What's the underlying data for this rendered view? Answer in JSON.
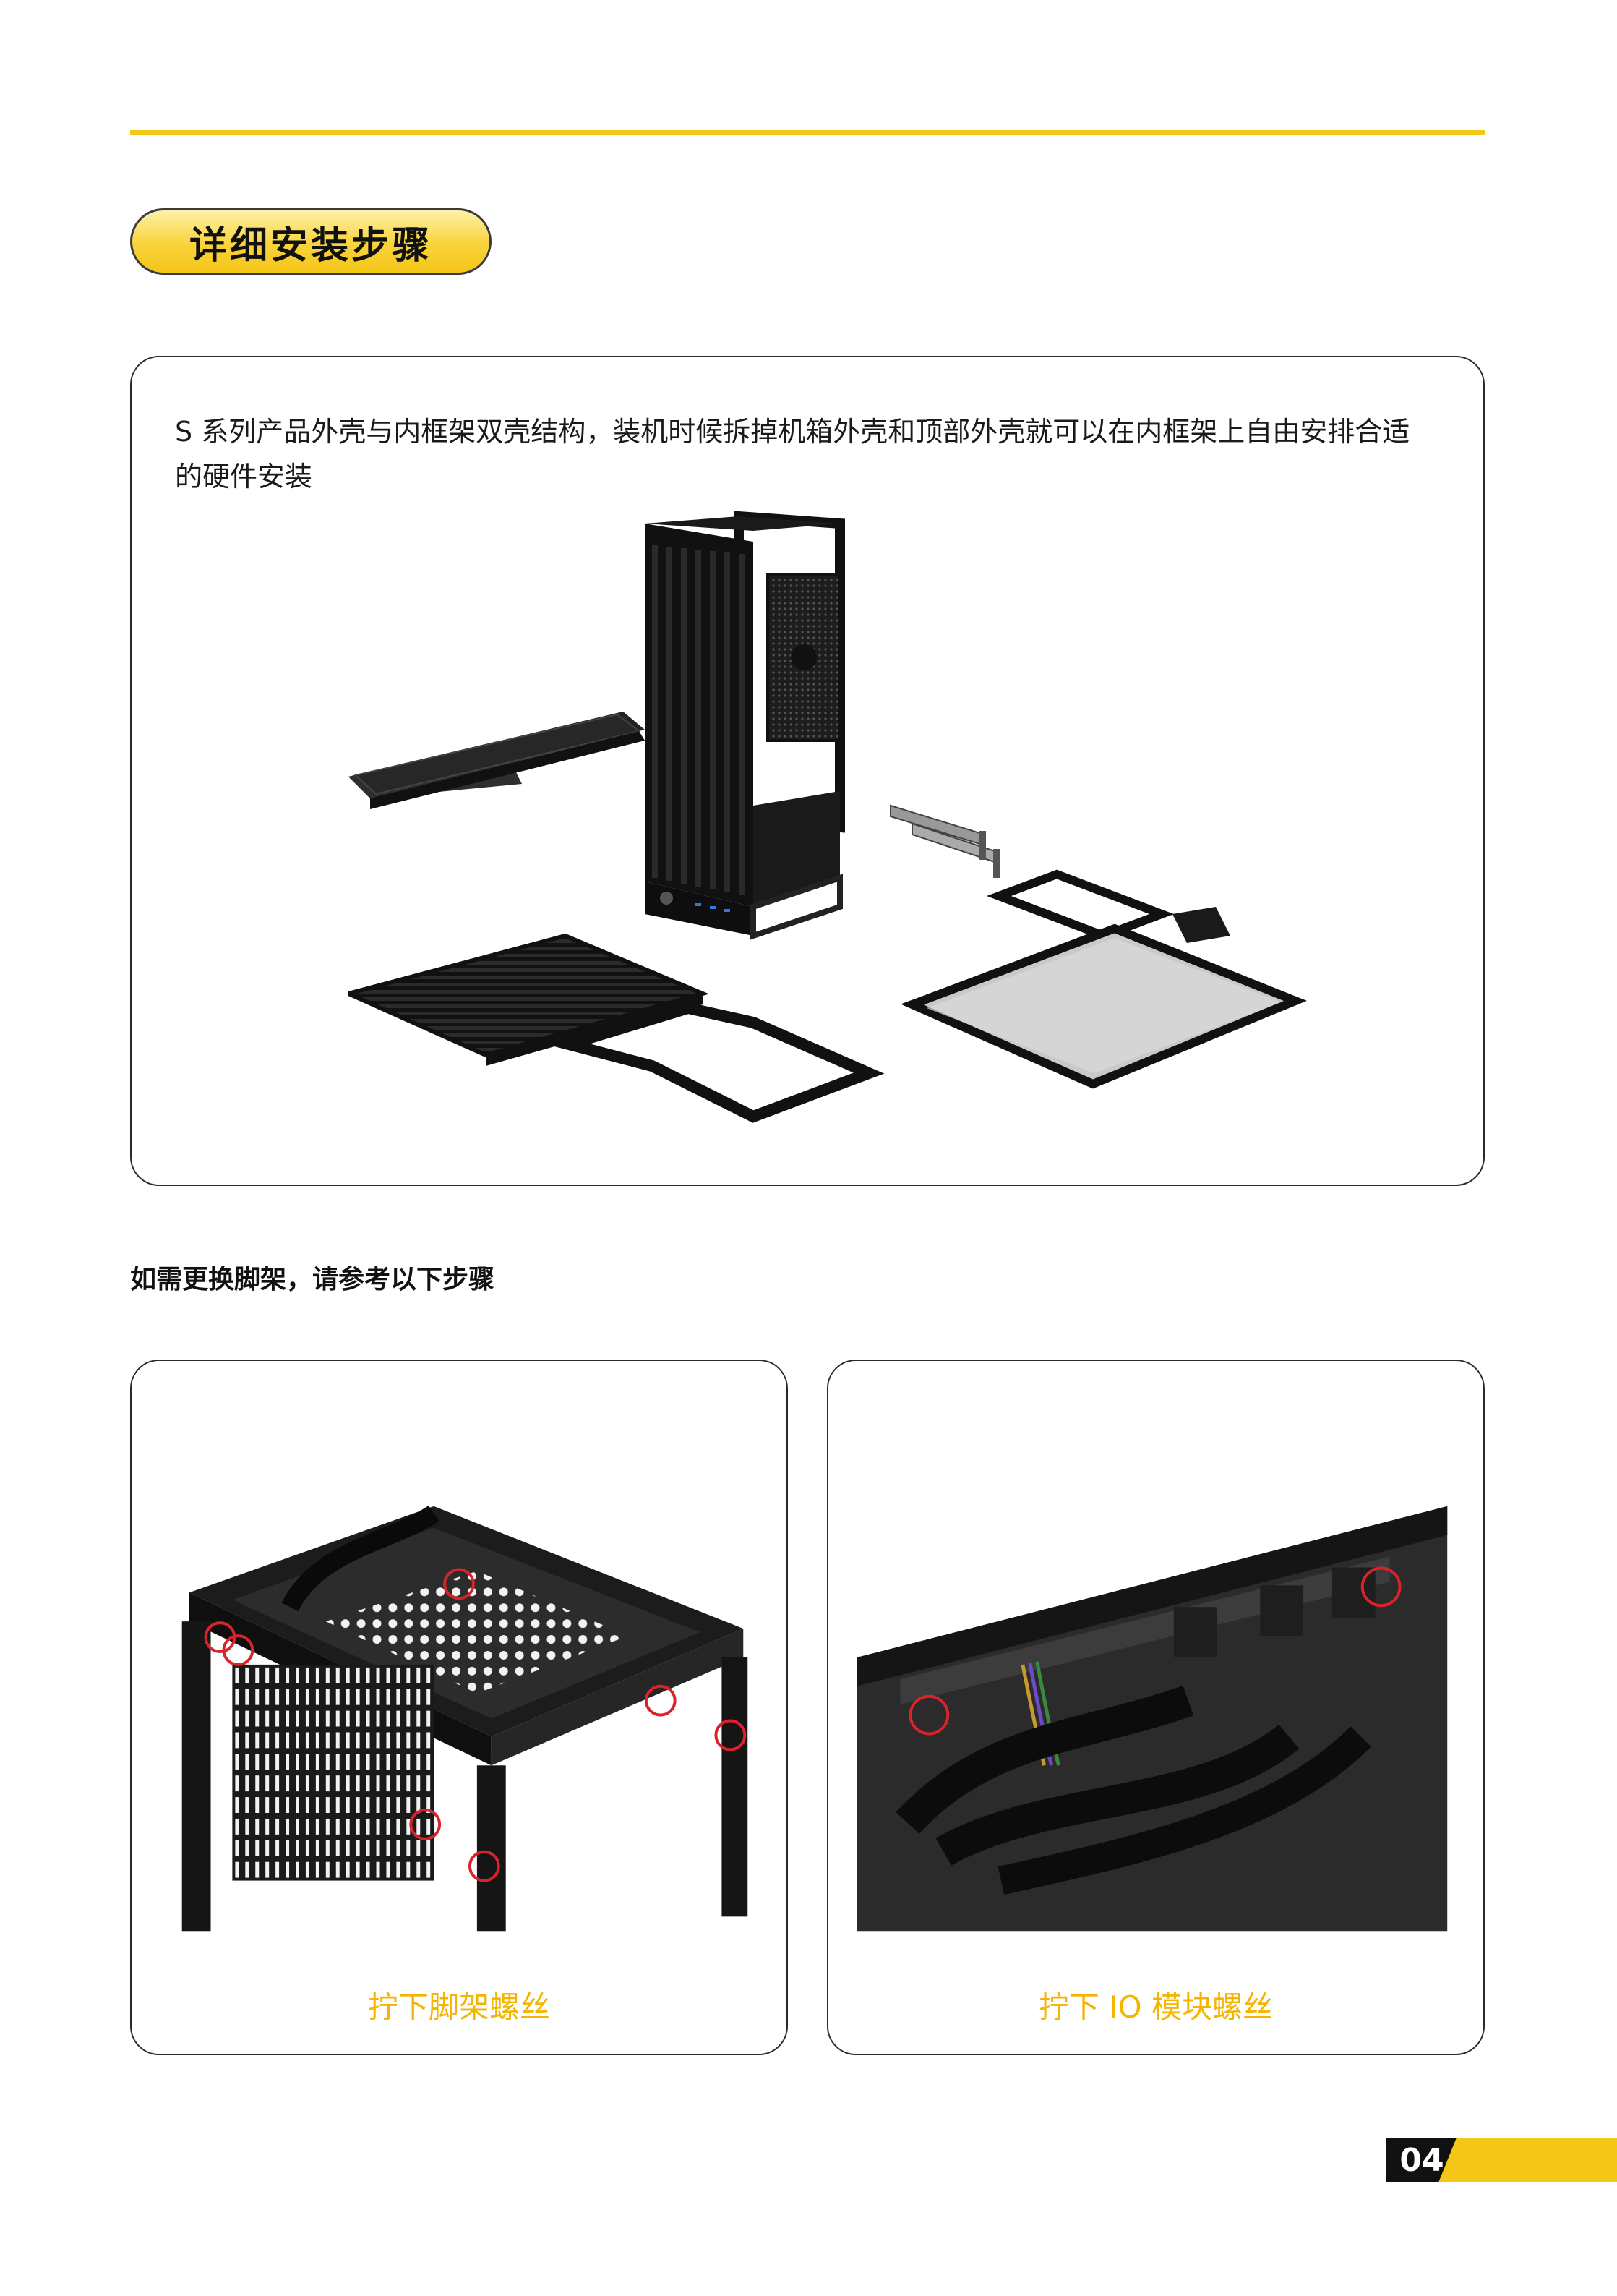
{
  "section": {
    "title": "详细安装步骤"
  },
  "intro": {
    "text": "S 系列产品外壳与内框架双壳结构，装机时候拆掉机箱外壳和顶部外壳就可以在内框架上自由安排合适的硬件安装"
  },
  "subheading": "如需更换脚架，请参考以下步骤",
  "steps": [
    {
      "caption": "拧下脚架螺丝"
    },
    {
      "caption": "拧下 IO 模块螺丝"
    }
  ],
  "page": {
    "number": "04"
  },
  "colors": {
    "accent": "#f5c518",
    "caption": "#f5b400",
    "marker": "#d9232a"
  }
}
